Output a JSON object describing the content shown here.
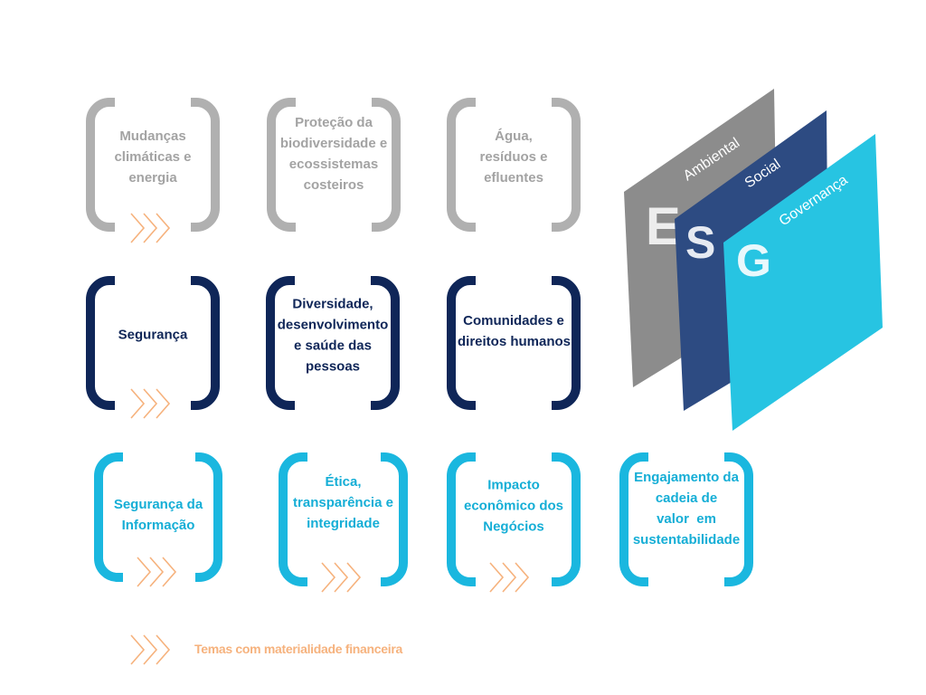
{
  "rows": {
    "environmental": [
      {
        "label": "Mudanças climáticas e energia",
        "lines": [
          "Mudanças",
          "climáticas e",
          "energia"
        ],
        "financial": true
      },
      {
        "label": "Proteção da biodiversidade e ecossistemas costeiros",
        "lines": [
          "Proteção da",
          "biodiversidade e",
          "ecossistemas",
          "costeiros"
        ],
        "financial": false
      },
      {
        "label": "Água, resíduos e efluentes",
        "lines": [
          "Água,",
          "resíduos e",
          "efluentes"
        ],
        "financial": false
      }
    ],
    "social": [
      {
        "label": "Segurança",
        "lines": [
          "Segurança"
        ],
        "financial": true
      },
      {
        "label": "Diversidade, desenvolvimento e saúde das pessoas",
        "lines": [
          "Diversidade,",
          "desenvolvimento",
          "e saúde das",
          "pessoas"
        ],
        "financial": false
      },
      {
        "label": "Comunidades e direitos humanos",
        "lines": [
          "Comunidades e",
          "direitos humanos"
        ],
        "financial": false
      }
    ],
    "governance": [
      {
        "label": "Segurança da Informação",
        "lines": [
          "Segurança da",
          "Informação"
        ],
        "financial": true
      },
      {
        "label": "Ética, transparência e integridade",
        "lines": [
          "Ética,",
          "transparência e",
          "integridade"
        ],
        "financial": true
      },
      {
        "label": "Impacto econômico dos Negócios",
        "lines": [
          "Impacto",
          "econômico dos",
          "Negócios"
        ],
        "financial": true
      },
      {
        "label": "Engajamento da cadeia de valor em sustentabilidade",
        "lines": [
          "Engajamento da",
          "cadeia de",
          "valor  em",
          "sustentabilidade"
        ],
        "financial": false
      }
    ]
  },
  "esg_panels": [
    {
      "letter": "E",
      "name": "Ambiental",
      "color": "#8c8c8c"
    },
    {
      "letter": "S",
      "name": "Social",
      "color": "#2d4b82"
    },
    {
      "letter": "G",
      "name": "Governança",
      "color": "#27c4e2"
    }
  ],
  "legend": {
    "label": "Temas com materialidade financeira",
    "icon": "chevron-triple-icon"
  },
  "colors": {
    "gray": "#b0b0b0",
    "navy": "#0f2658",
    "cyan": "#1ab7df",
    "chevron": "#f6b27d"
  }
}
